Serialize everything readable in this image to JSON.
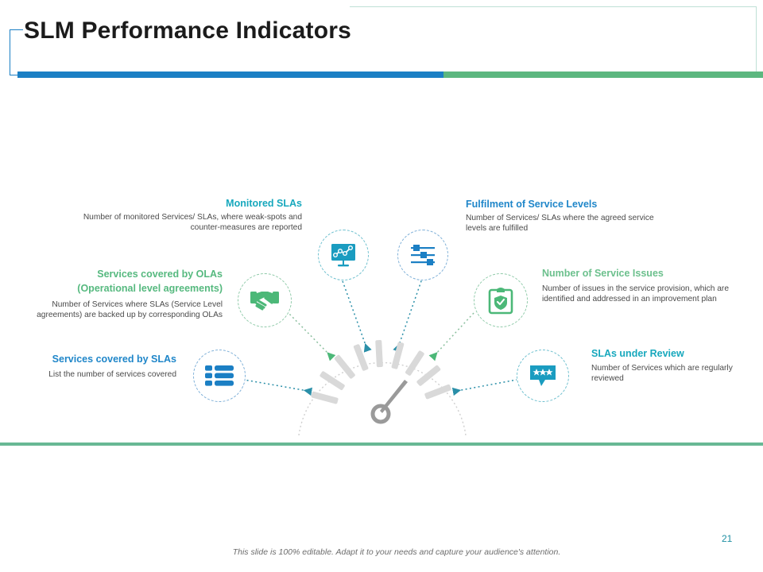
{
  "slide": {
    "title": "SLM Performance Indicators",
    "page_number": "21",
    "footer_note": "This slide is 100% editable. Adapt it to your needs and capture your audience's attention.",
    "accent_blue": "#1b7fc4",
    "accent_green": "#5cb77f",
    "accent_teal": "#17a8bd",
    "bottom_rule_green": "#68b894"
  },
  "center": {
    "icon": "gauge-speedometer-icon",
    "needle_color": "#9a9a9a",
    "tick_color": "#d6d6d6"
  },
  "indicators": [
    {
      "id": "monitored-slas",
      "side": "left",
      "title": "Monitored SLAs",
      "title_color": "#17a8bd",
      "description": "Number of monitored Services/ SLAs, where weak-spots and counter-measures are reported",
      "icon": "monitor-line-chart-icon",
      "icon_color": "#1a9cc0"
    },
    {
      "id": "services-covered-by-olas",
      "side": "left",
      "title": "Services covered by OLAs",
      "title_line2": "(Operational level agreements)",
      "title_color": "#56b97f",
      "description": "Number of Services where SLAs (Service Level agreements) are backed up by corresponding OLAs",
      "icon": "handshake-icon",
      "icon_color": "#4cb878"
    },
    {
      "id": "services-covered-by-slas",
      "side": "left",
      "title": "Services covered by SLAs",
      "title_color": "#1f86c9",
      "description": "List the number of services covered",
      "icon": "list-rows-icon",
      "icon_color": "#1b7fc4"
    },
    {
      "id": "fulfilment-of-service-levels",
      "side": "right",
      "title": "Fulfilment of Service Levels",
      "title_color": "#1f86c9",
      "description": "Number of Services/ SLAs where the agreed service levels are fulfilled",
      "icon": "sliders-settings-icon",
      "icon_color": "#1b7fc4"
    },
    {
      "id": "number-of-service-issues",
      "side": "right",
      "title": "Number of Service Issues",
      "title_color": "#6cc08d",
      "description": "Number of issues in the service provision, which are identified and addressed in an improvement plan",
      "icon": "clipboard-check-icon",
      "icon_color": "#4cb878"
    },
    {
      "id": "slas-under-review",
      "side": "right",
      "title": "SLAs under Review",
      "title_color": "#17a8bd",
      "description": "Number of Services which are regularly reviewed",
      "icon": "speech-bubble-stars-icon",
      "icon_color": "#1a9cc0"
    }
  ]
}
